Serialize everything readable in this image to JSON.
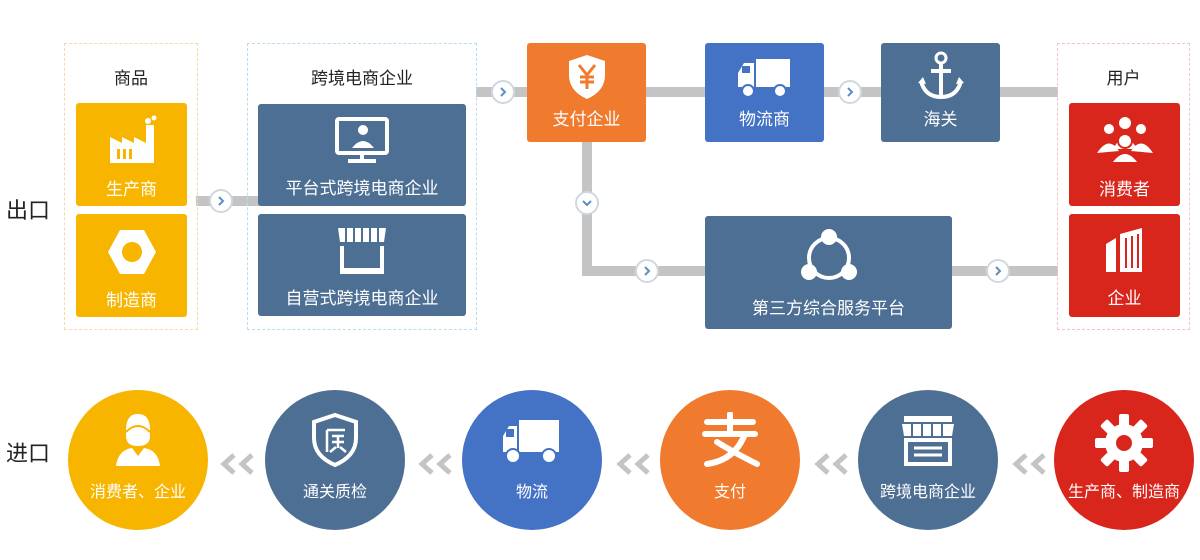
{
  "side_labels": {
    "export": "出口",
    "import": "进口"
  },
  "colors": {
    "yellow": "#f7b500",
    "steel": "#4d6f94",
    "orange": "#f07b2e",
    "blue": "#4472c4",
    "red": "#d9261c",
    "connector": "#c4c4c4"
  },
  "export": {
    "goods_group": {
      "title": "商品",
      "items": [
        {
          "label": "生产商",
          "icon": "factory-icon"
        },
        {
          "label": "制造商",
          "icon": "nut-icon"
        }
      ]
    },
    "ecommerce_group": {
      "title": "跨境电商企业",
      "items": [
        {
          "label": "平台式跨境电商企业",
          "icon": "monitor-icon"
        },
        {
          "label": "自营式跨境电商企业",
          "icon": "shop-awning-icon"
        }
      ]
    },
    "payment": {
      "label": "支付企业",
      "icon": "yen-shield-icon"
    },
    "logistics": {
      "label": "物流商",
      "icon": "truck-icon"
    },
    "customs": {
      "label": "海关",
      "icon": "anchor-icon"
    },
    "third_party": {
      "label": "第三方综合服务平台",
      "icon": "share-icon"
    },
    "user_group": {
      "title": "用户",
      "items": [
        {
          "label": "消费者",
          "icon": "people-icon"
        },
        {
          "label": "企业",
          "icon": "building-icon"
        }
      ]
    }
  },
  "import": {
    "steps": [
      {
        "label": "生产商、制造商",
        "icon": "gear-icon",
        "color": "red"
      },
      {
        "label": "跨境电商企业",
        "icon": "storefront-icon",
        "color": "steel"
      },
      {
        "label": "支付",
        "icon": "alipay-icon",
        "color": "orange"
      },
      {
        "label": "物流",
        "icon": "truck-icon",
        "color": "blue"
      },
      {
        "label": "通关质检",
        "icon": "quality-shield-icon",
        "color": "steel"
      },
      {
        "label": "消费者、企业",
        "icon": "person-icon",
        "color": "yellow"
      }
    ]
  }
}
